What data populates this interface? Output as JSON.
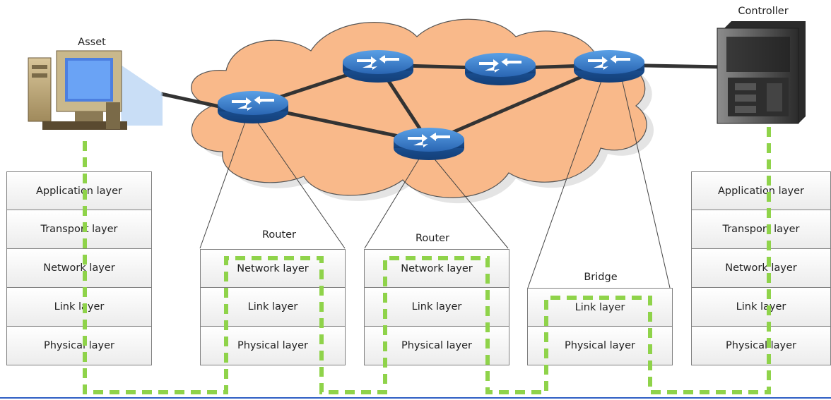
{
  "labels": {
    "asset": "Asset",
    "controller": "Controller",
    "router_1": "Router",
    "router_2": "Router",
    "bridge": "Bridge"
  },
  "stacks": {
    "asset": [
      "Application layer",
      "Transport layer",
      "Network layer",
      "Link layer",
      "Physical layer"
    ],
    "router_1": [
      "Network layer",
      "Link layer",
      "Physical layer"
    ],
    "router_2": [
      "Network layer",
      "Link layer",
      "Physical layer"
    ],
    "bridge": [
      "Link layer",
      "Physical layer"
    ],
    "controller": [
      "Application layer",
      "Transport layer",
      "Network layer",
      "Link layer",
      "Physical layer"
    ]
  },
  "colors": {
    "cloud": "#f9b98a",
    "router": "#2f6db8",
    "path": "#8fd34a",
    "link": "#333333"
  },
  "icons": [
    "desktop-computer-icon",
    "server-tower-icon",
    "router-icon",
    "cloud-shape"
  ]
}
